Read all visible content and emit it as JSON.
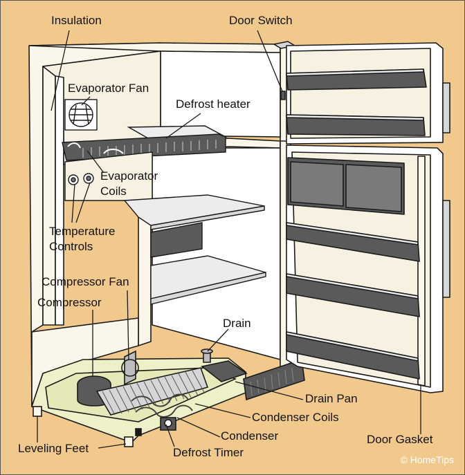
{
  "labels": {
    "insulation": "Insulation",
    "door_switch": "Door Switch",
    "evaporator_fan": "Evaporator Fan",
    "defrost_heater": "Defrost heater",
    "evaporator_coils_1": "Evaporator",
    "evaporator_coils_2": "Coils",
    "temperature_controls_1": "Temperature",
    "temperature_controls_2": "Controls",
    "compressor_fan": "Compressor Fan",
    "compressor": "Compressor",
    "drain": "Drain",
    "drain_pan": "Drain Pan",
    "condenser_coils": "Condenser Coils",
    "condenser": "Condenser",
    "leveling_feet": "Leveling Feet",
    "defrost_timer": "Defrost Timer",
    "door_gasket": "Door Gasket"
  },
  "credit": "© HomeTips",
  "colors": {
    "background": "#f2c98c",
    "cabinet": "#fbf6ea",
    "shelf": "#ececec",
    "dark_part": "#5a5a5a",
    "machine_compartment": "#eef0c8",
    "outline": "#1a1a1a"
  }
}
